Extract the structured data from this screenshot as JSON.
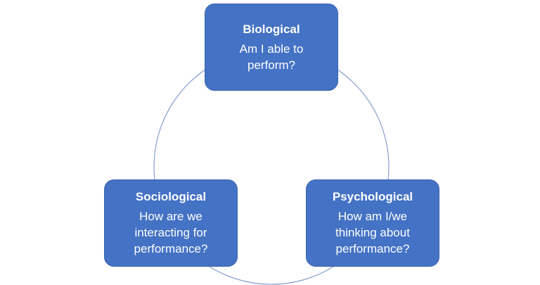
{
  "nodes": {
    "biological": {
      "title": "Biological",
      "lines": [
        "Am I able to",
        "perform?"
      ]
    },
    "sociological": {
      "title": "Sociological",
      "lines": [
        "How are we",
        "interacting for",
        "performance?"
      ]
    },
    "psychological": {
      "title": "Psychological",
      "lines": [
        "How am I/we",
        "thinking about",
        "performance?"
      ]
    }
  },
  "colors": {
    "box_fill": "#4472c4",
    "box_border": "#3a64ae",
    "text": "#ffffff",
    "cycle_line": "#6f8fc9"
  }
}
